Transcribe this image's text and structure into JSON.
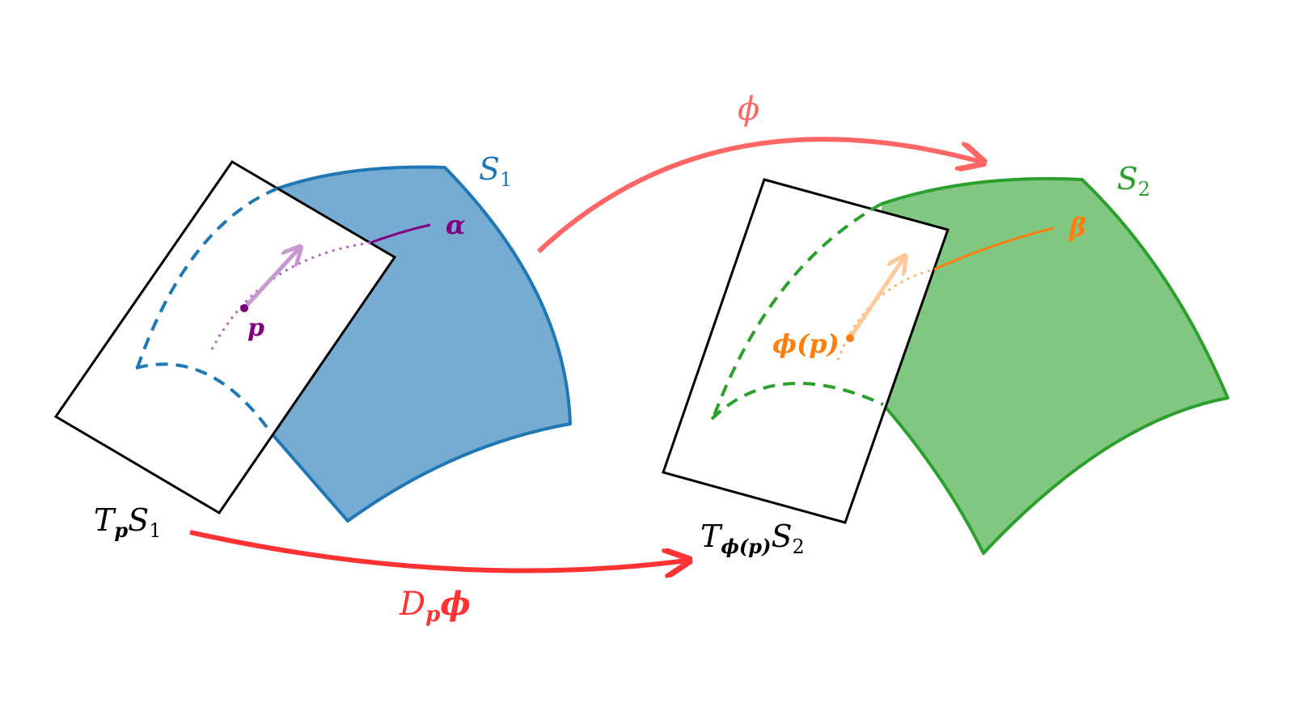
{
  "colors": {
    "s1": "#1f77b4",
    "s1_fill": "#76abd2",
    "s2": "#2ca02c",
    "s2_fill": "#81c681",
    "curve_alpha": "#800080",
    "curve_beta": "#ff7f0e",
    "map_phi": "#ff6666",
    "map_dphi": "#ff3333",
    "plane": "#000000"
  },
  "labels": {
    "s1": {
      "base": "S",
      "sub": "1"
    },
    "s2": {
      "base": "S",
      "sub": "2"
    },
    "alpha": "α",
    "beta": "β",
    "p": "p",
    "phi_p": "ϕ(p)",
    "phi": "ϕ",
    "tangent1": {
      "base": "T",
      "sub": "p",
      "tail": "S",
      "tail_sub": "1"
    },
    "tangent2": {
      "base": "T",
      "sub": "ϕ(p)",
      "tail": "S",
      "tail_sub": "2"
    },
    "dphi": {
      "base": "D",
      "sub": "p",
      "tail": "ϕ"
    }
  }
}
